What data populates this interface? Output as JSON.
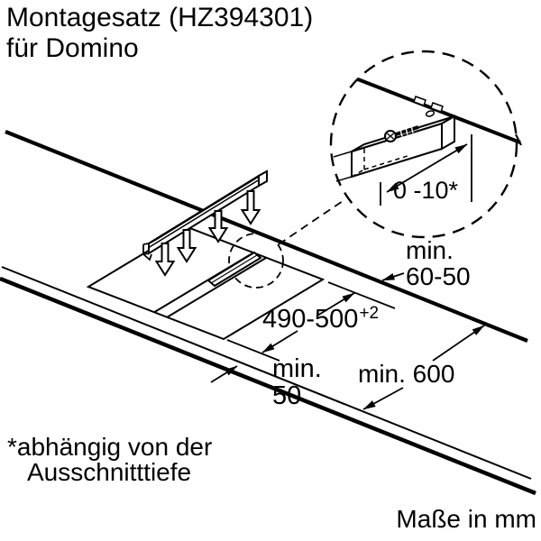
{
  "title": {
    "line1": "Montagesatz (HZ394301)",
    "line2": "für Domino"
  },
  "labels": {
    "detail_dimension": "0 -10*",
    "rear_distance": {
      "line1": "min.",
      "line2": "60-50"
    },
    "cutout_depth": {
      "value": "490-500",
      "tolerance": "+2"
    },
    "front_distance": {
      "line1": "min.",
      "line2": "50"
    },
    "worktop_depth": "min. 600",
    "footnote_line1": "*abhängig von der",
    "footnote_line2": "Ausschnitttiefe",
    "units": "Maße in mm"
  },
  "colors": {
    "line": "#000000",
    "background": "#ffffff"
  }
}
